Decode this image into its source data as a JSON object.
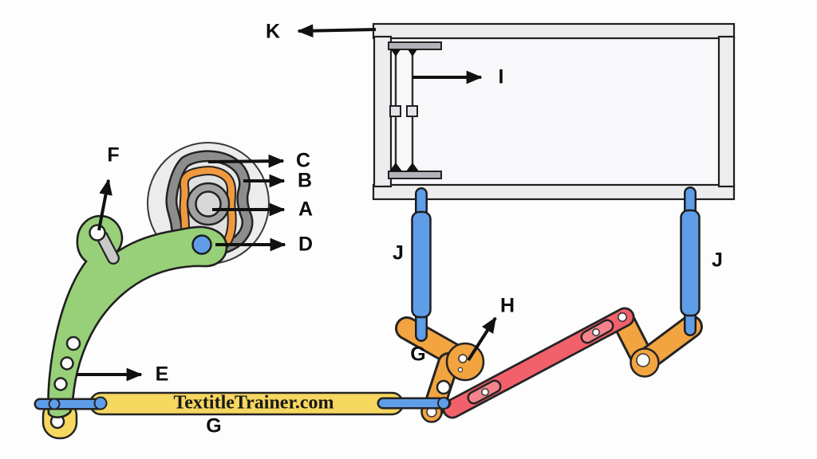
{
  "watermark": "TextitleTrainer.com",
  "labels": {
    "K": "K",
    "I": "I",
    "C": "C",
    "B": "B",
    "A": "A",
    "D": "D",
    "F": "F",
    "E": "E",
    "H": "H",
    "J_left": "J",
    "J_right": "J",
    "G_link": "G",
    "G_bar": "G"
  },
  "colors": {
    "green_lever": "#97d078",
    "blue_link": "#5f9de8",
    "orange_link": "#f2a440",
    "red_link": "#f2606b",
    "red_link_light": "#f5838b",
    "yellow_bar": "#f6d75f",
    "cam_ring_gray": "#8d8d8d",
    "cam_ring_orange": "#f09a40",
    "frame_gray": "#ededef",
    "arrow_black": "#111111"
  }
}
